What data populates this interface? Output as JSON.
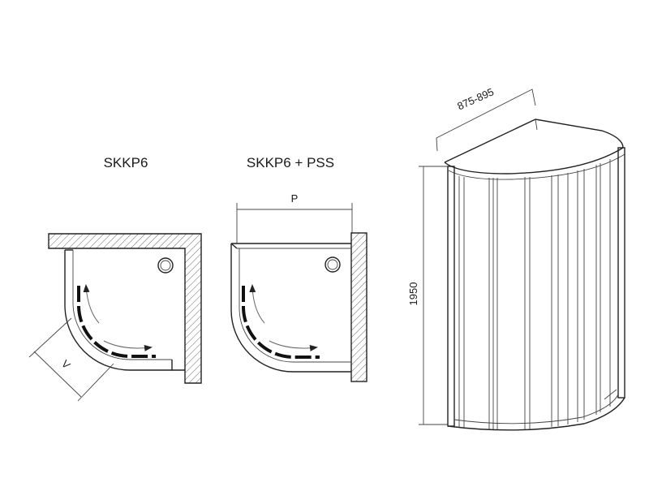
{
  "labels": {
    "title_left": "SKKP6",
    "title_middle": "SKKP6 + PSS",
    "dim_p": "P",
    "dim_v": "V",
    "dim_width": "875-895",
    "dim_height": "1950"
  }
}
